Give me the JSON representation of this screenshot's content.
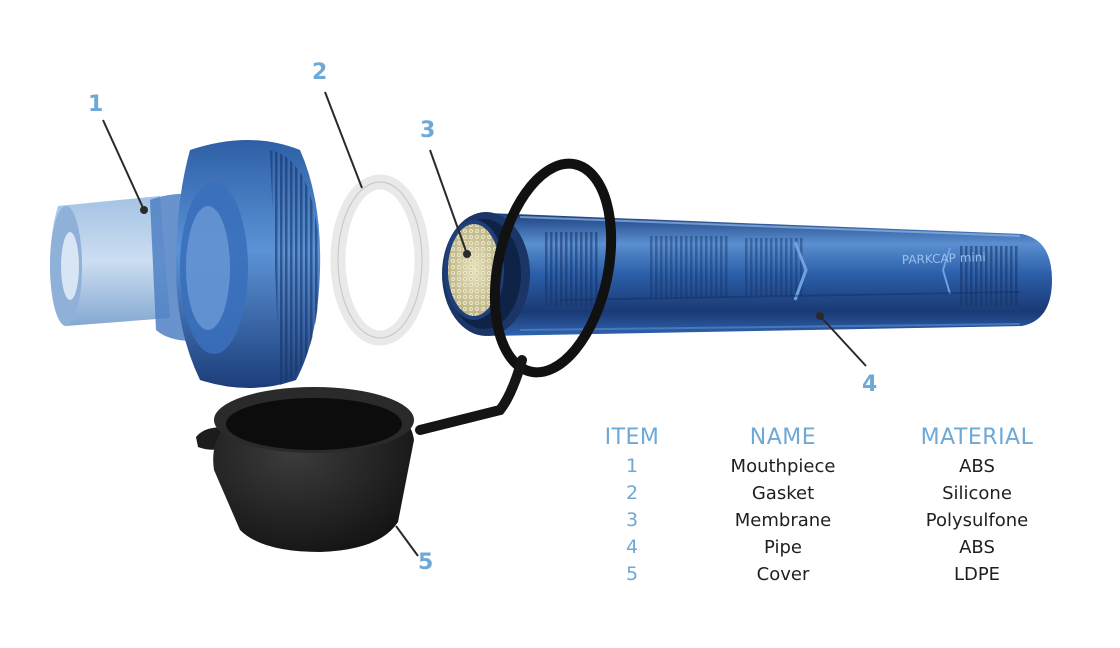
{
  "callouts": {
    "mouthpiece": "1",
    "gasket": "2",
    "membrane": "3",
    "pipe": "4",
    "cover": "5"
  },
  "product_marking": "PARKCAP mini",
  "table": {
    "headers": [
      "ITEM",
      "NAME",
      "MATERIAL"
    ],
    "rows": [
      {
        "item": "1",
        "name": "Mouthpiece",
        "material": "ABS"
      },
      {
        "item": "2",
        "name": "Gasket",
        "material": "Silicone"
      },
      {
        "item": "3",
        "name": "Membrane",
        "material": "Polysulfone"
      },
      {
        "item": "4",
        "name": "Pipe",
        "material": "ABS"
      },
      {
        "item": "5",
        "name": "Cover",
        "material": "LDPE"
      }
    ]
  },
  "colors": {
    "label_blue": "#6ea9d6",
    "part_blue": "#2c5fa8",
    "cover_black": "#1e1e1e",
    "membrane_beige": "#d8d2a8"
  }
}
